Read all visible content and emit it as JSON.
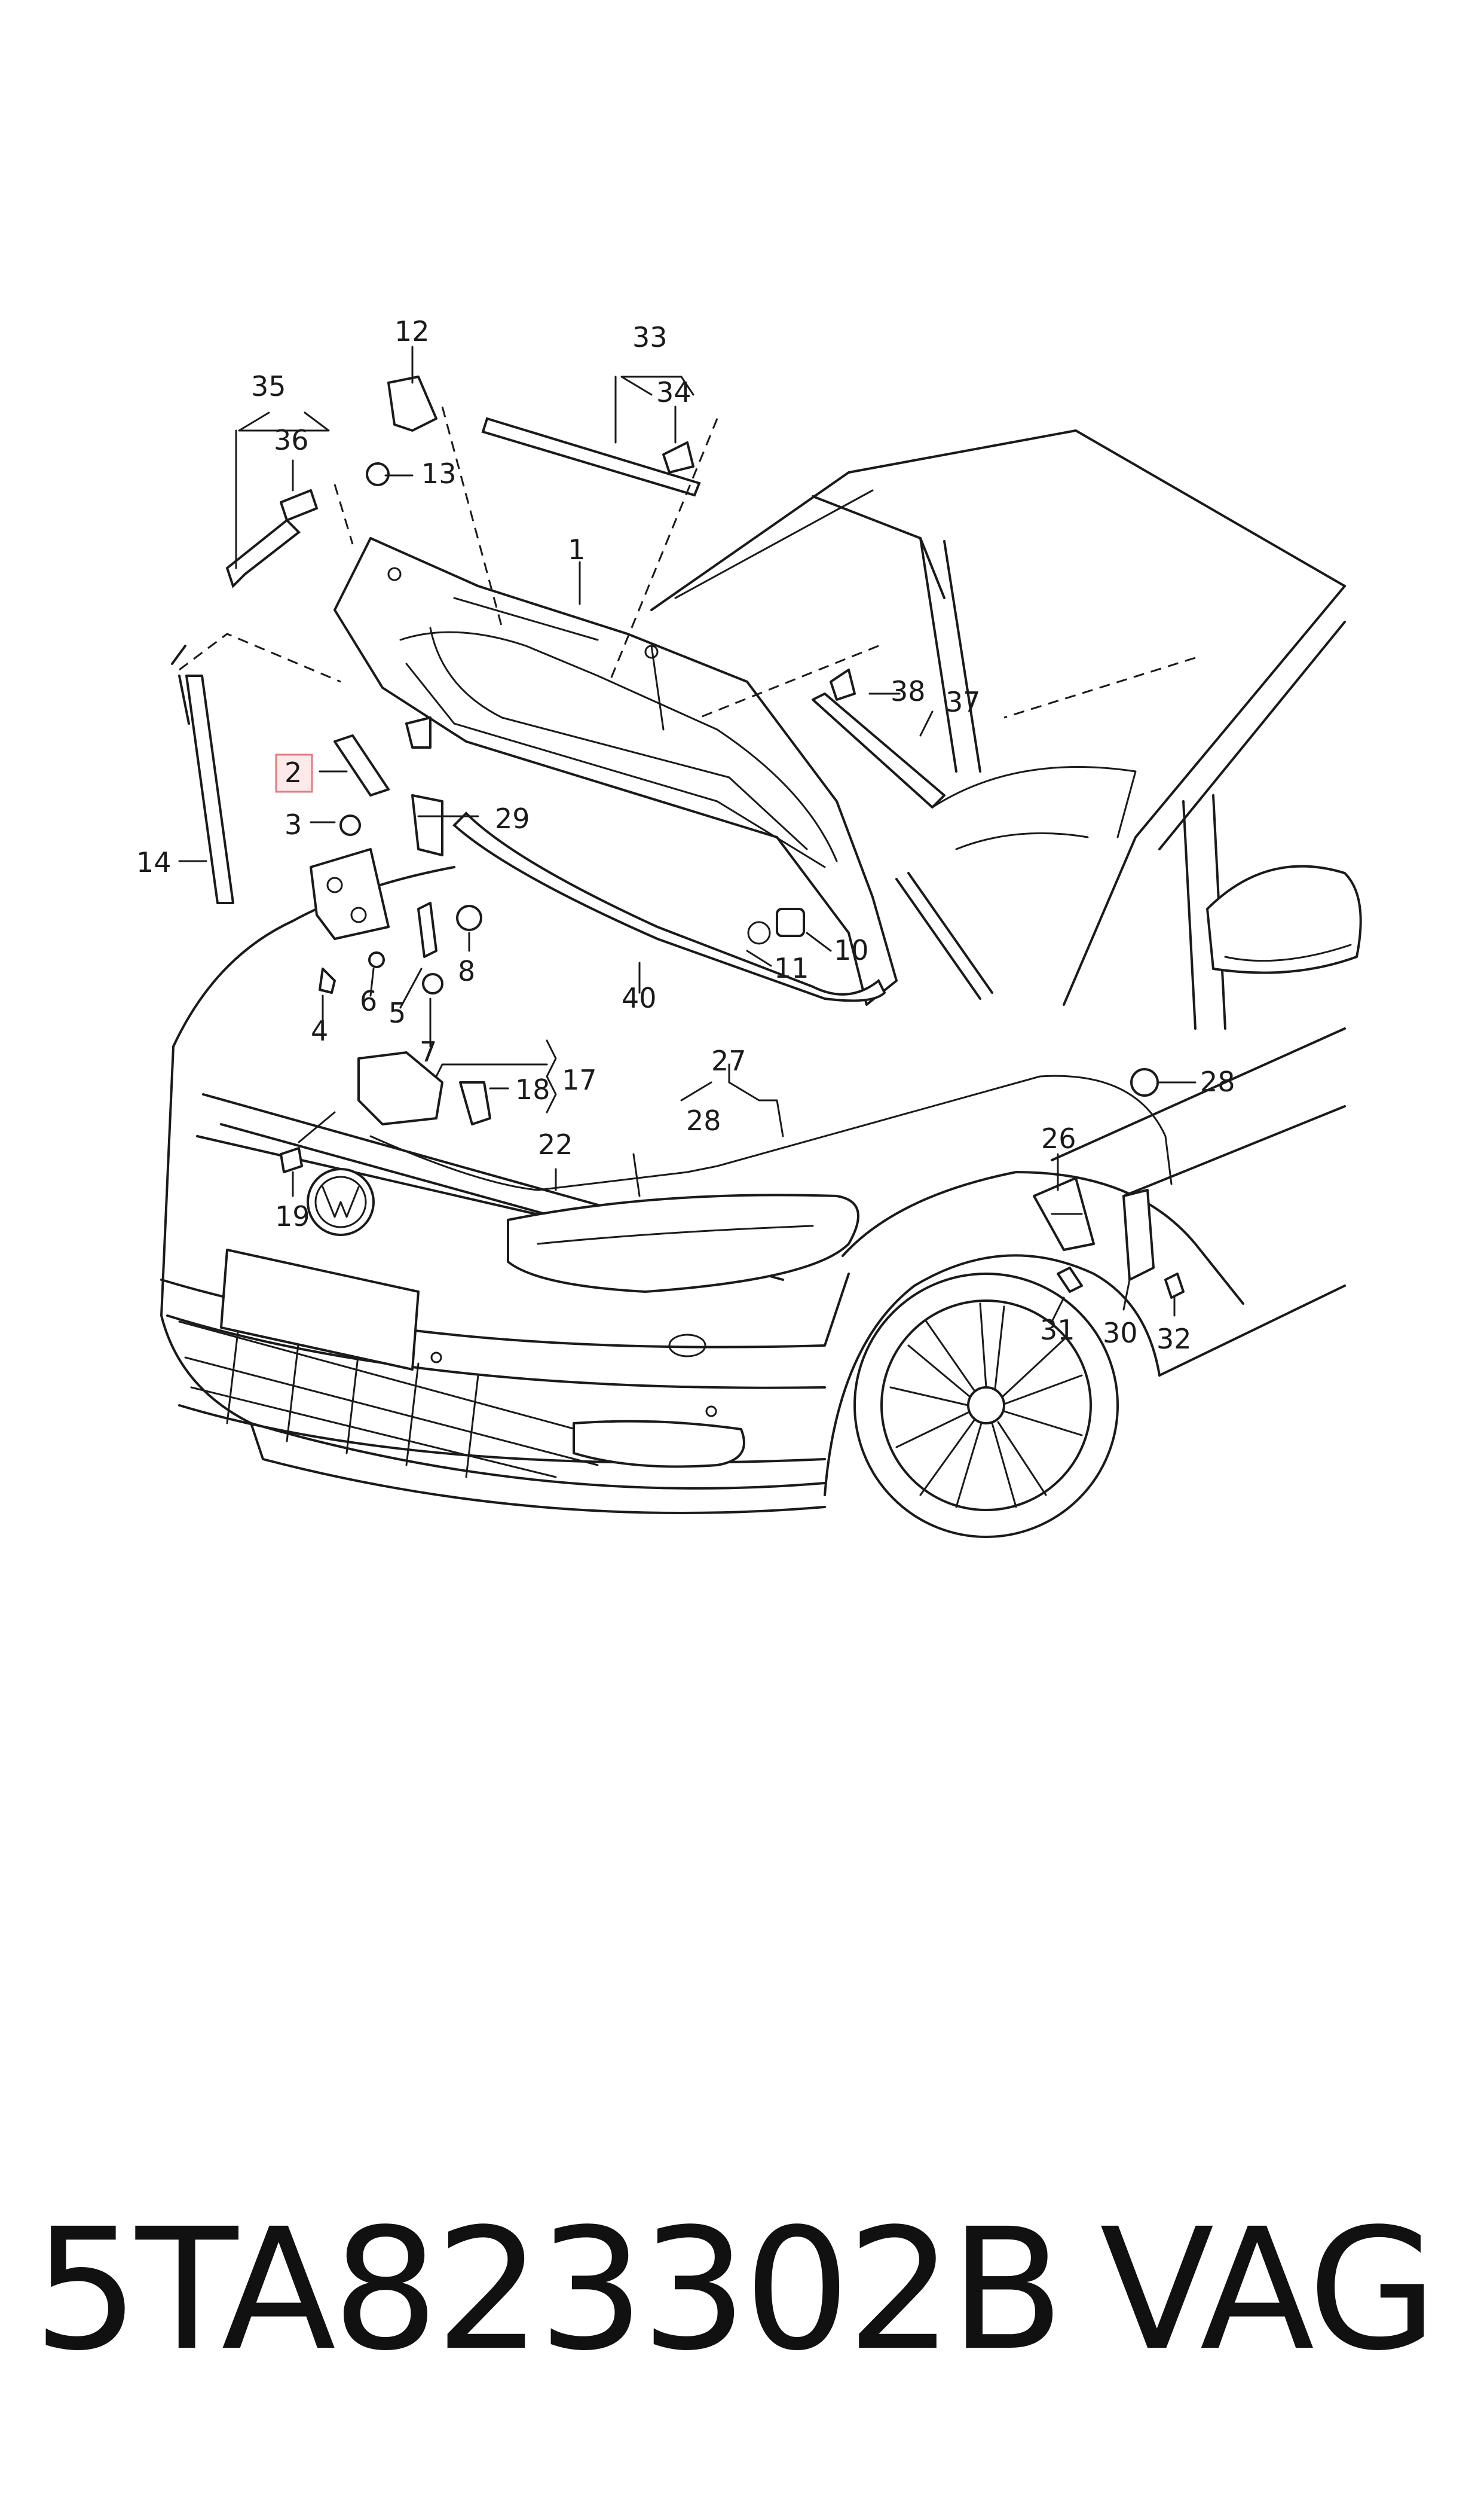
{
  "diagram": {
    "callouts": [
      "1",
      "2",
      "3",
      "4",
      "5",
      "6",
      "7",
      "8",
      "10",
      "11",
      "12",
      "13",
      "14",
      "17",
      "18",
      "19",
      "22",
      "26",
      "27",
      "28",
      "28",
      "29",
      "30",
      "31",
      "32",
      "33",
      "34",
      "35",
      "36",
      "37",
      "38",
      "40"
    ],
    "highlighted_callout": "2",
    "highlight_color": "#fde9ea"
  },
  "footer": {
    "part_number": "5TA823302B",
    "brand": "VAG"
  }
}
